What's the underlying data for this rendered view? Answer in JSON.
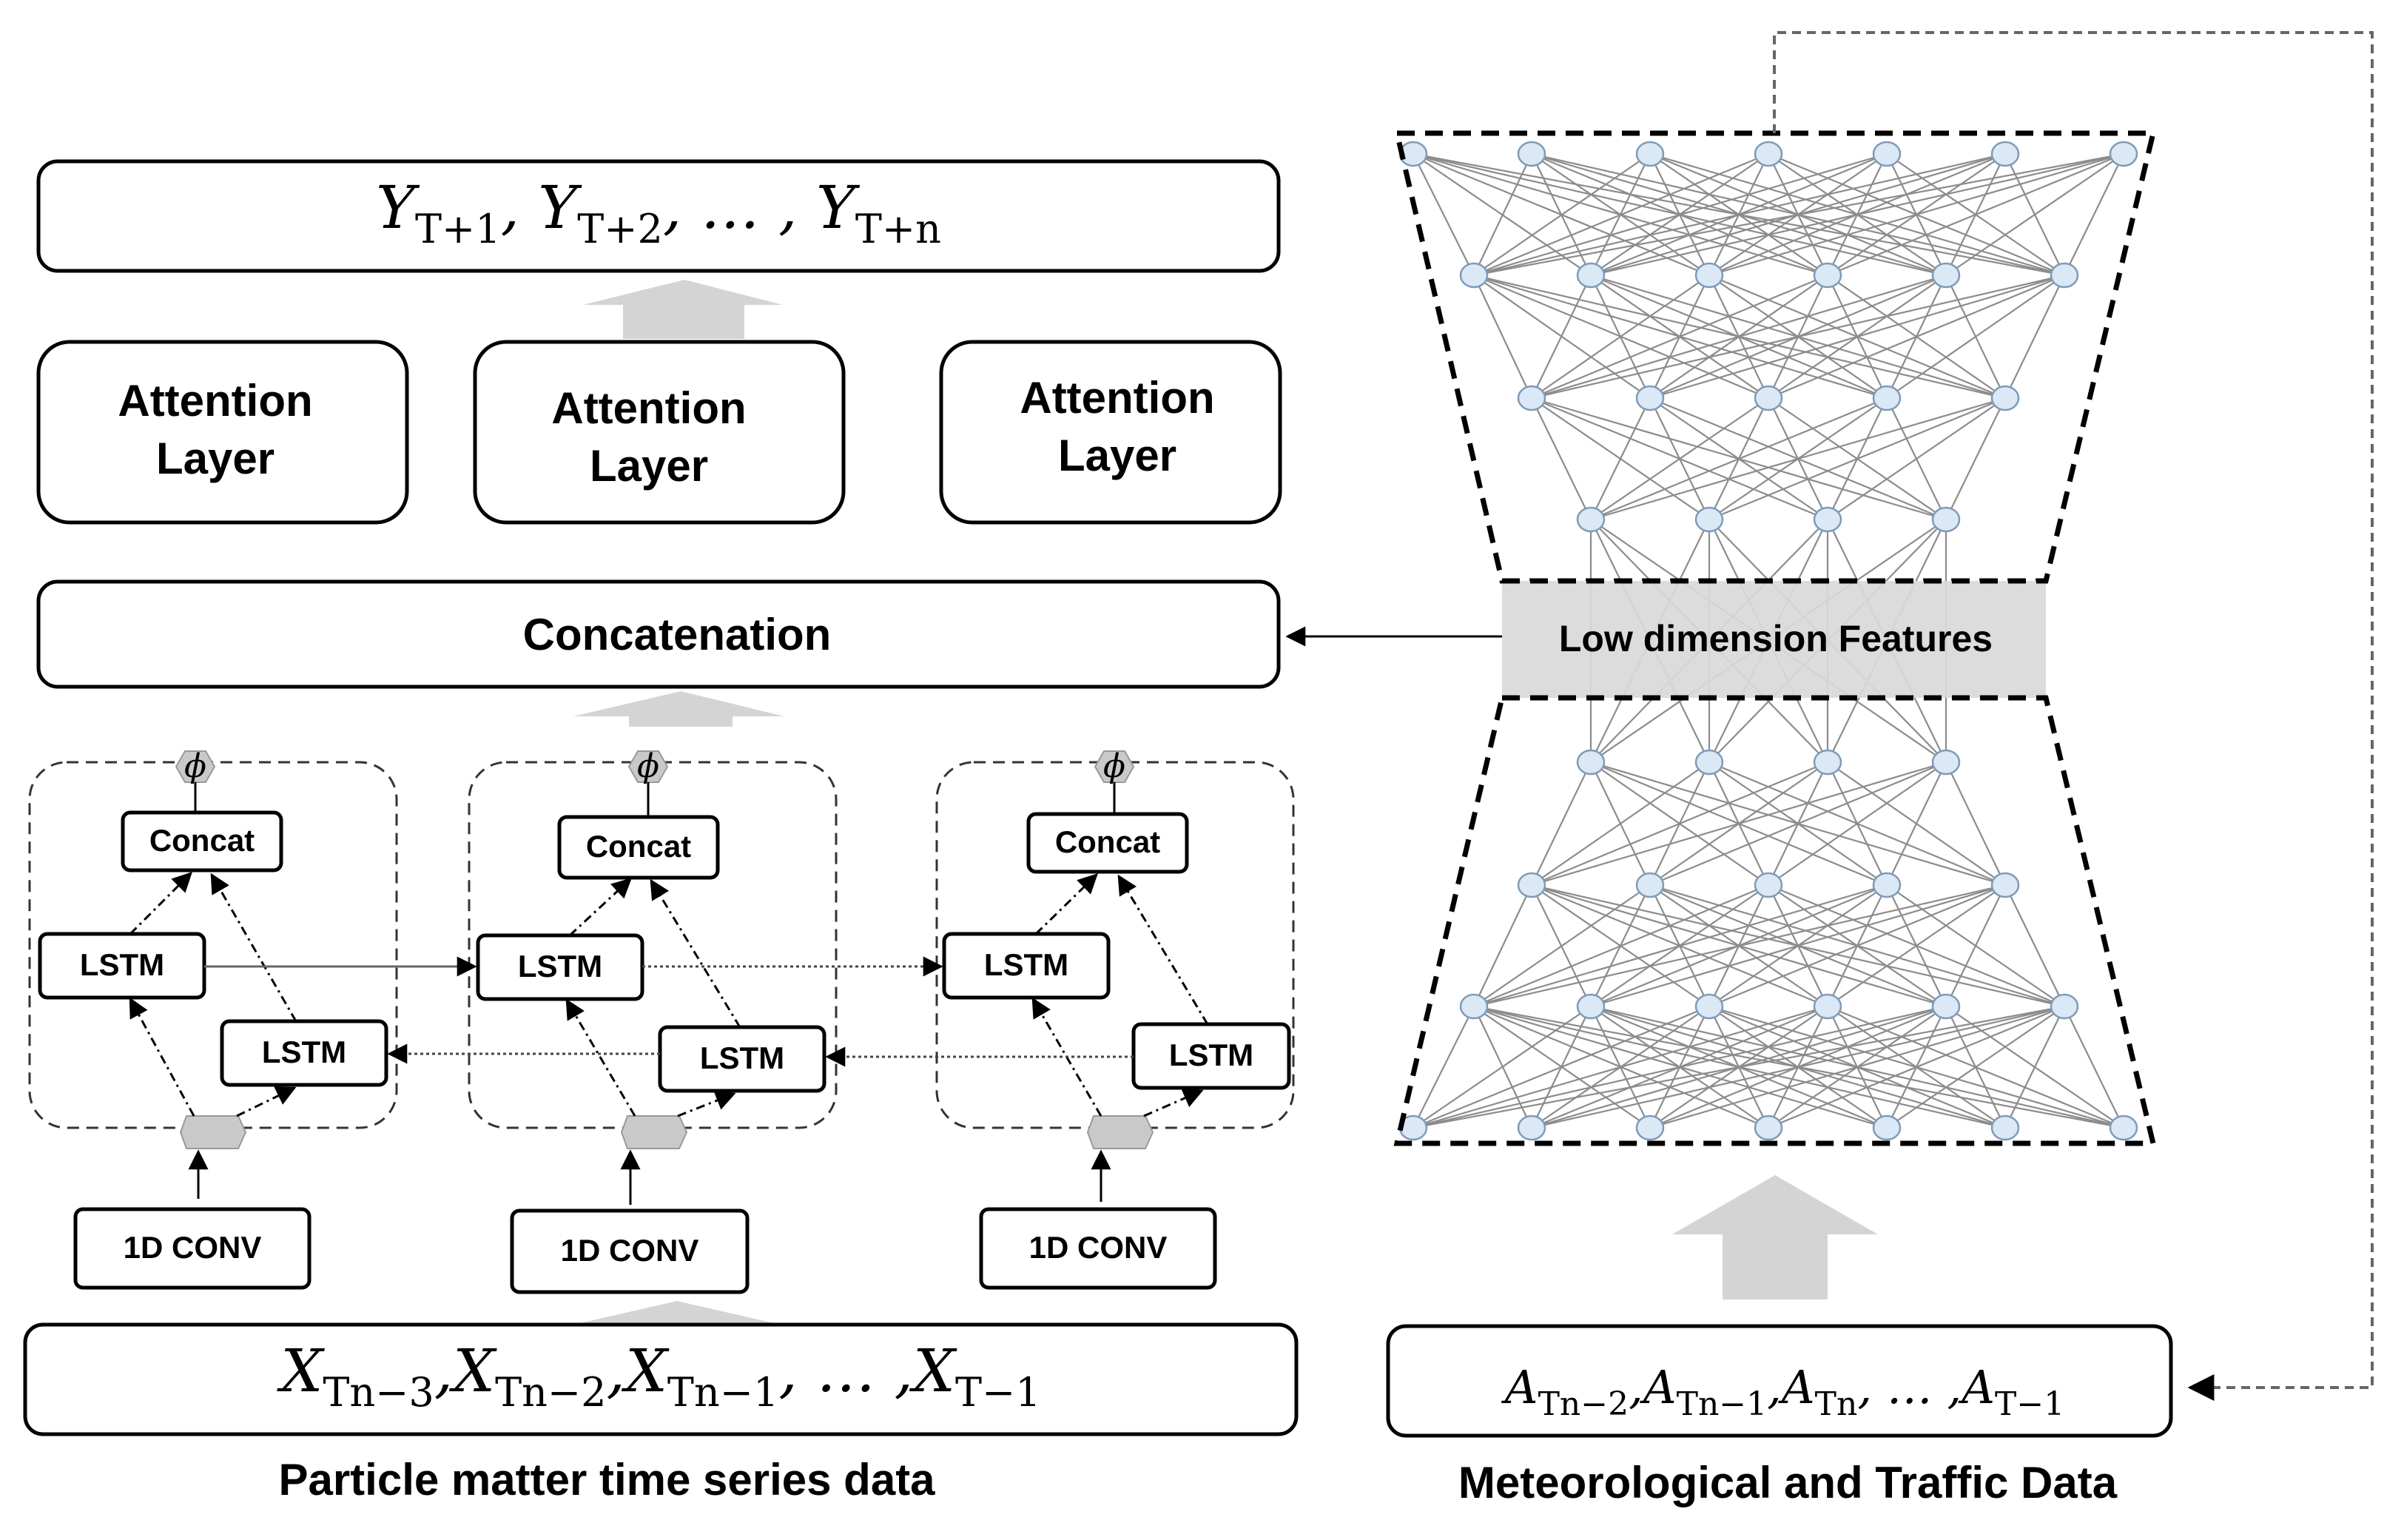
{
  "outputs": {
    "formula": "Y_{T+1} , Y_{T+2} , … , Y_{T+n}",
    "terms": [
      {
        "base": "Y",
        "sub": "T+1"
      },
      {
        "base": "Y",
        "sub": "T+2"
      },
      {
        "base": "Y",
        "sub": "T+n"
      }
    ]
  },
  "attention": [
    "Attention Layer",
    "Attention Layer",
    "Attention Layer"
  ],
  "attention_lines": [
    [
      "Attention",
      "Layer"
    ],
    [
      "Attention",
      "Layer"
    ],
    [
      "Attention",
      "Layer"
    ]
  ],
  "concatenation": "Concatenation",
  "low_dim": "Low dimension Features",
  "cells": [
    {
      "phi": "ϕ",
      "concat": "Concat",
      "lstm_fwd": "LSTM",
      "lstm_bwd": "LSTM",
      "conv": "1D CONV"
    },
    {
      "phi": "ϕ",
      "concat": "Concat",
      "lstm_fwd": "LSTM",
      "lstm_bwd": "LSTM",
      "conv": "1D CONV"
    },
    {
      "phi": "ϕ",
      "concat": "Concat",
      "lstm_fwd": "LSTM",
      "lstm_bwd": "LSTM",
      "conv": "1D CONV"
    }
  ],
  "inputs_pm": {
    "terms": [
      {
        "base": "X",
        "sub": "Tn−3"
      },
      {
        "base": "X",
        "sub": "Tn−2"
      },
      {
        "base": "X",
        "sub": "Tn−1"
      },
      {
        "base": "X",
        "sub": "T−1"
      }
    ]
  },
  "inputs_met": {
    "terms": [
      {
        "base": "A",
        "sub": "Tn−2"
      },
      {
        "base": "A",
        "sub": "Tn−1"
      },
      {
        "base": "A",
        "sub": "Tn"
      },
      {
        "base": "A",
        "sub": "T−1"
      }
    ]
  },
  "captions": {
    "left": "Particle matter time series data",
    "right": "Meteorological and Traffic Data"
  },
  "colors": {
    "node_fill": "#dbe8f5",
    "node_stroke": "#7f9bb8",
    "arrow_gray": "#d4d4d4",
    "band_fill": "#d9d9d9"
  }
}
